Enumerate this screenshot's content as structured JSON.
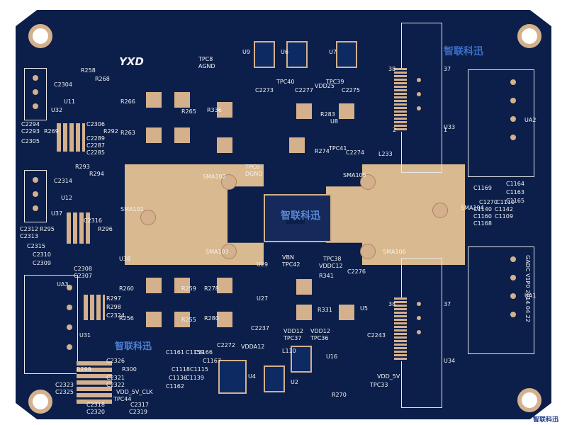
{
  "board": {
    "logo": "YXD",
    "watermark_text": "智联科迅",
    "date_label": "GADC V1P0 2014.04.22",
    "footer_watermark": "智联科迅"
  },
  "labels": {
    "tpc8": "TPC8",
    "agnd": "AGND",
    "u9": "U9",
    "u6": "U6",
    "u7": "U7",
    "r258": "R258",
    "r268": "R268",
    "c2304": "C2304",
    "u32": "U32",
    "c2294": "C2294",
    "c2293": "C2293",
    "r269": "R269",
    "c2305": "C2305",
    "c2306": "C2306",
    "r292": "R292",
    "c2289": "C2289",
    "c2287": "C2287",
    "c2285": "C2285",
    "r293": "R293",
    "r294": "R294",
    "c2314": "C2314",
    "u37": "U37",
    "c2312": "C2312",
    "c2313": "C2313",
    "r295": "R295",
    "r296": "R296",
    "c2316": "C2316",
    "c2315": "C2315",
    "c2310": "C2310",
    "c2309": "C2309",
    "c2308": "C2308",
    "c2307": "C2307",
    "u38": "U38",
    "sma101": "SMA101",
    "sma102": "SMA102",
    "sma103": "SMA103",
    "sma104": "SMA104",
    "sma105": "SMA105",
    "sma106": "SMA106",
    "c2273": "C2273",
    "c2277": "C2277",
    "c2275": "C2275",
    "tpc40": "TPC40",
    "tpc39": "TPC39",
    "vdd25": "VDD25",
    "r266": "R266",
    "r265": "R265",
    "r263": "R263",
    "r336": "R336",
    "r283": "R283",
    "u8": "U8",
    "r274": "R274",
    "c2274": "C2274",
    "tpc41": "TPC41",
    "tpc6": "TPC6",
    "dgnd": "DGND",
    "l233": "L233",
    "u33": "U33",
    "ua2": "UA2",
    "j_38_top": "38",
    "j_37_top": "37",
    "j_1_top": "1",
    "j_2_top": "2",
    "c1164": "C1164",
    "c1163": "C1163",
    "c1165": "C1165",
    "c1169": "C1169",
    "c1270": "C1270",
    "c1110": "C1110",
    "c1140": "C1140",
    "c1142": "C1142",
    "c1160": "C1160",
    "c1109": "C1109",
    "c1168": "C1168",
    "vbn": "VBN",
    "tpc42": "TPC42",
    "u29": "U29",
    "tpc38": "TPC38",
    "vddc12": "VDDC12",
    "r341": "R341",
    "c2276": "C2276",
    "u27": "U27",
    "r331": "R331",
    "u5": "U5",
    "r260": "R260",
    "r259": "R259",
    "r278": "R278",
    "r256": "R256",
    "r255": "R255",
    "r280": "R280",
    "c2237": "C2237",
    "vdd12": "VDD12",
    "tpc37": "TPC37",
    "vdd12b": "VDD12",
    "tpc36": "TPC36",
    "c2243": "C2243",
    "ua1": "UA1",
    "j_38_bot": "38",
    "j_37_bot": "37",
    "u34": "U34",
    "ua3": "UA3",
    "r297": "R297",
    "r298": "R298",
    "c2324": "C2324",
    "u31": "U31",
    "c2326": "C2326",
    "r299": "R299",
    "r300": "R300",
    "c2321": "C2321",
    "c2322": "C2322",
    "c2323": "C2323",
    "c2325": "C2325",
    "vdd_5v_clk": "VDD_5V_CLK",
    "tpc44": "TPC44",
    "c2318": "C2318",
    "c2317": "C2317",
    "c2320": "C2320",
    "c2319": "C2319",
    "c2272": "C2272",
    "vdda12": "VDDA12",
    "l110": "L110",
    "u16": "U16",
    "u4": "U4",
    "u2": "U2",
    "r270": "R270",
    "vdd_5v": "VDD_5V",
    "tpc33": "TPC33",
    "c1166": "C1166",
    "c1161": "C1161",
    "c1167": "C1167",
    "c1162": "C1162",
    "c1159": "C1159",
    "c1118": "C1118",
    "c1115": "C1115",
    "c1139": "C1139",
    "c1136": "C1136",
    "u12": "U12",
    "u11": "U11"
  },
  "colors": {
    "board": "#0b1f4a",
    "copper": "#d4b08c",
    "silkscreen": "#f2f2f2",
    "watermark": "#3d6ec7"
  }
}
